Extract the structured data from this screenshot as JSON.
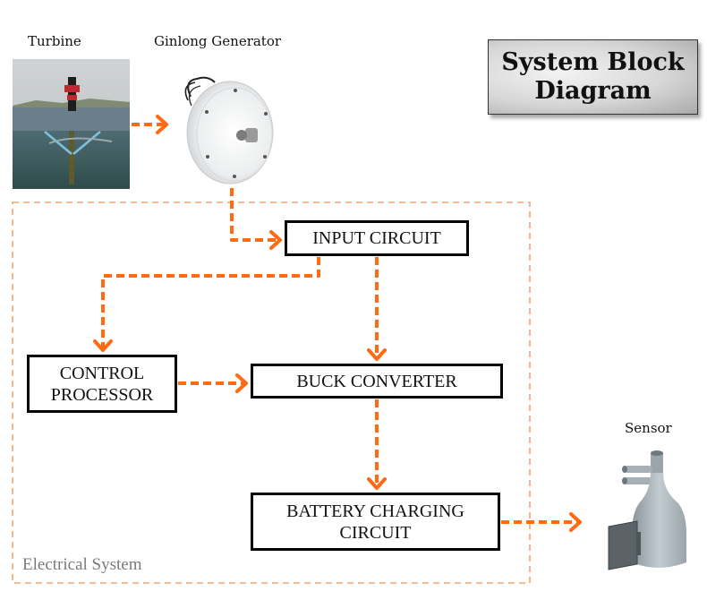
{
  "title": {
    "line1": "System Block",
    "line2": "Diagram"
  },
  "images": {
    "turbine": {
      "label": "Turbine",
      "description": "tidal turbine in water"
    },
    "generator": {
      "label": "Ginlong Generator",
      "description": "white disc generator"
    },
    "sensor": {
      "label": "Sensor",
      "description": "grey sensor housing"
    }
  },
  "blocks": {
    "input_circuit": {
      "line1": "INPUT CIRCUIT"
    },
    "control_processor": {
      "line1": "CONTROL",
      "line2": "PROCESSOR"
    },
    "buck_converter": {
      "line1": "BUCK CONVERTER"
    },
    "battery_charging": {
      "line1": "BATTERY CHARGING",
      "line2": "CIRCUIT"
    }
  },
  "frame": {
    "label": "Electrical System"
  },
  "connections": [
    {
      "from": "turbine",
      "to": "generator"
    },
    {
      "from": "generator",
      "to": "input_circuit"
    },
    {
      "from": "input_circuit",
      "to": "control_processor"
    },
    {
      "from": "input_circuit",
      "to": "buck_converter"
    },
    {
      "from": "control_processor",
      "to": "buck_converter"
    },
    {
      "from": "buck_converter",
      "to": "battery_charging"
    },
    {
      "from": "battery_charging",
      "to": "sensor"
    }
  ],
  "colors": {
    "arrow": "#ff6a13",
    "frame": "#f7a46b",
    "frame_label": "#7a7a7a"
  }
}
